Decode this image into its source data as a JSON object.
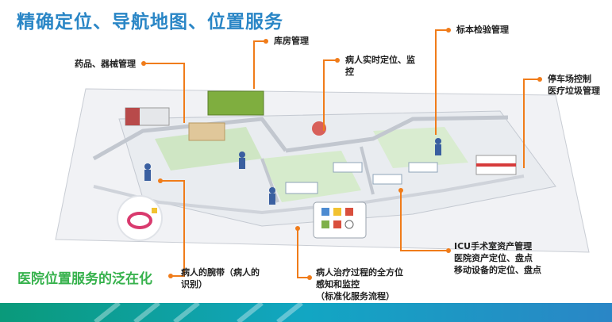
{
  "title": "精确定位、导航地图、位置服务",
  "subtitle": "医院位置服务的泛在化",
  "labels": {
    "storage": "库房管理",
    "drugs": "药品、器械管理",
    "patient_track_1": "病人实时定位、监",
    "patient_track_2": "控",
    "specimen": "标本检验管理",
    "parking_1": "停车场控制",
    "parking_2": "医疗垃圾管理",
    "wristband_1": "病人的腕带（病人的",
    "wristband_2": "识别）",
    "treatment_1": "病人治疗过程的全方位",
    "treatment_2": "感知和监控",
    "treatment_3": "（标准化服务流程）",
    "icu_1": "ICU手术室资产管理",
    "icu_2": "医院资产定位、盘点",
    "icu_3": "移动设备的定位、盘点"
  },
  "colors": {
    "title": "#2a86c6",
    "subtitle": "#37b24d",
    "callout": "#f07c1a",
    "floor": "#eef0f3",
    "wall": "#d7dbe1",
    "green_floor": "#cfe6c4"
  }
}
